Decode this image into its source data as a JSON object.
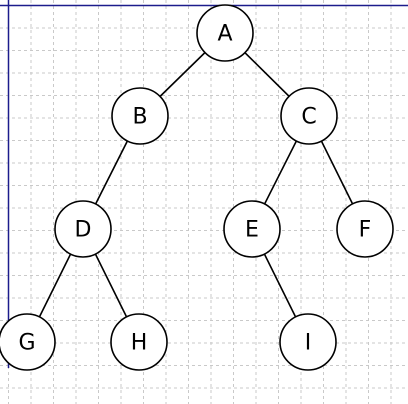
{
  "diagram": {
    "type": "binary-tree",
    "colors": {
      "grid": "#c9c9c9",
      "axis": "#1c1c8c",
      "stroke": "#000000",
      "node_fill": "#ffffff"
    },
    "nodes": [
      {
        "id": "A",
        "label": "A"
      },
      {
        "id": "B",
        "label": "B"
      },
      {
        "id": "C",
        "label": "C"
      },
      {
        "id": "D",
        "label": "D"
      },
      {
        "id": "E",
        "label": "E"
      },
      {
        "id": "F",
        "label": "F"
      },
      {
        "id": "G",
        "label": "G"
      },
      {
        "id": "H",
        "label": "H"
      },
      {
        "id": "I",
        "label": "I"
      }
    ],
    "edges": [
      {
        "from": "A",
        "to": "B"
      },
      {
        "from": "A",
        "to": "C"
      },
      {
        "from": "B",
        "to": "D"
      },
      {
        "from": "C",
        "to": "E"
      },
      {
        "from": "C",
        "to": "F"
      },
      {
        "from": "D",
        "to": "G"
      },
      {
        "from": "D",
        "to": "H"
      },
      {
        "from": "E",
        "to": "I"
      }
    ]
  }
}
